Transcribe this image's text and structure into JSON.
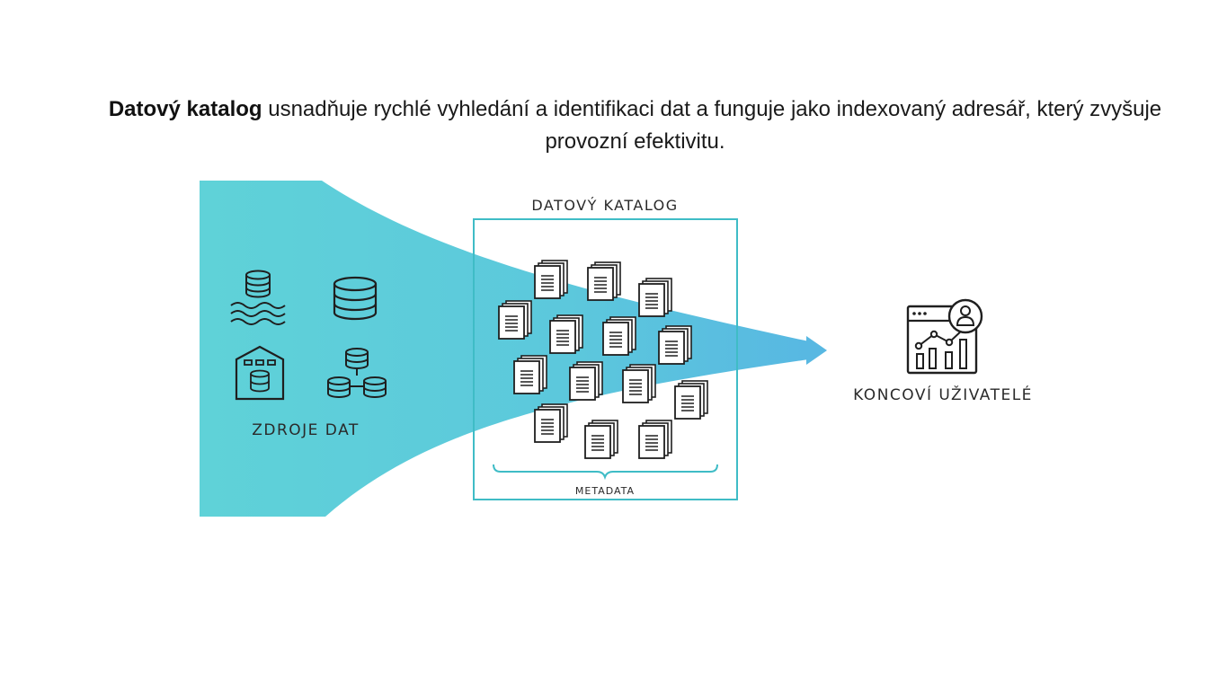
{
  "intro": {
    "bold": "Datový katalog",
    "rest": " usnadňuje rychlé vyhledání a identifikaci dat a funguje jako indexovaný adresář, který zvyšuje provozní efektivitu."
  },
  "diagram": {
    "sources_label": "ZDROJE DAT",
    "catalog_label": "DATOVÝ KATALOG",
    "metadata_label": "METADATA",
    "users_label": "KONCOVÍ UŽIVATELÉ",
    "colors": {
      "funnel": "#5ccfd8",
      "frame": "#3fbcc6",
      "icon": "#1f1f1f"
    },
    "source_icons": [
      "data-lake-icon",
      "database-icon",
      "data-warehouse-icon",
      "distributed-database-icon"
    ],
    "user_icon": "analytics-dashboard-icon",
    "document_icon": "document-stack-icon"
  }
}
